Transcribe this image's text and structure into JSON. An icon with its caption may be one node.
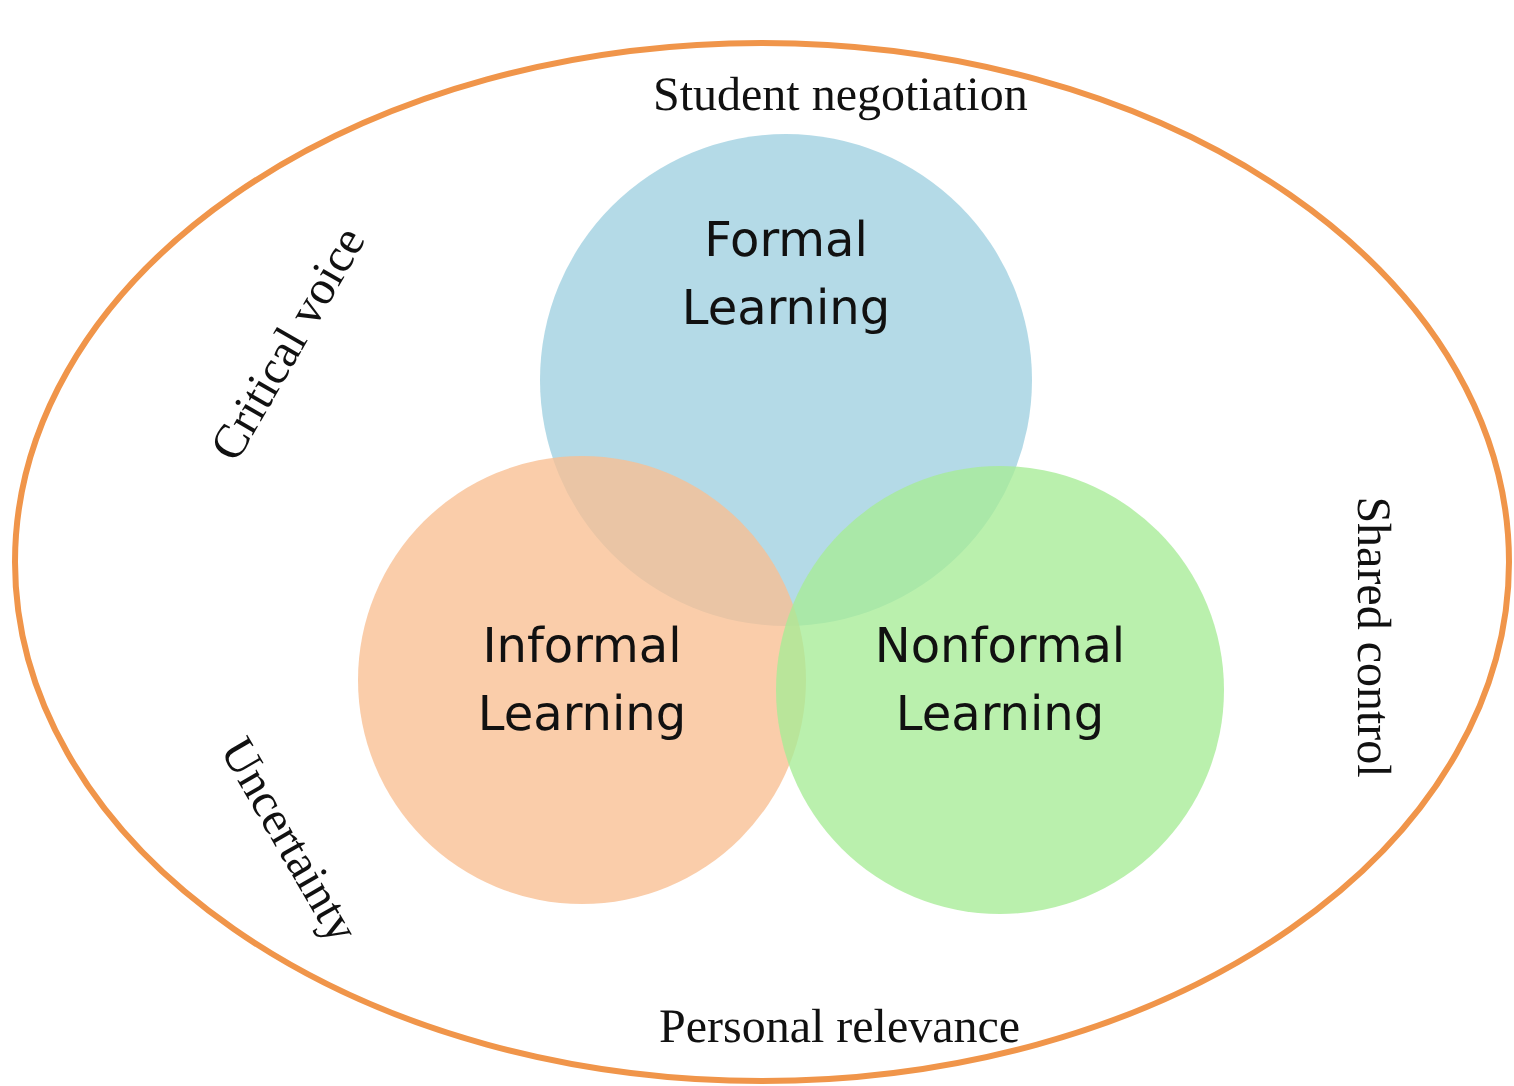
{
  "diagram": {
    "nodes": [
      {
        "text": [],
        "shape": "ellipse"
      },
      {
        "text": [
          "Formal Learning"
        ],
        "in": 0
      },
      {
        "text": [
          "Informal Learning"
        ],
        "in": 0
      },
      {
        "text": [
          "Nonformal Learning"
        ],
        "in": 0
      }
    ],
    "edges": [],
    "labels": [
      "Student negotiation",
      "Critical voice",
      "Shared control",
      "Uncertainty",
      "Personal relevance"
    ]
  }
}
